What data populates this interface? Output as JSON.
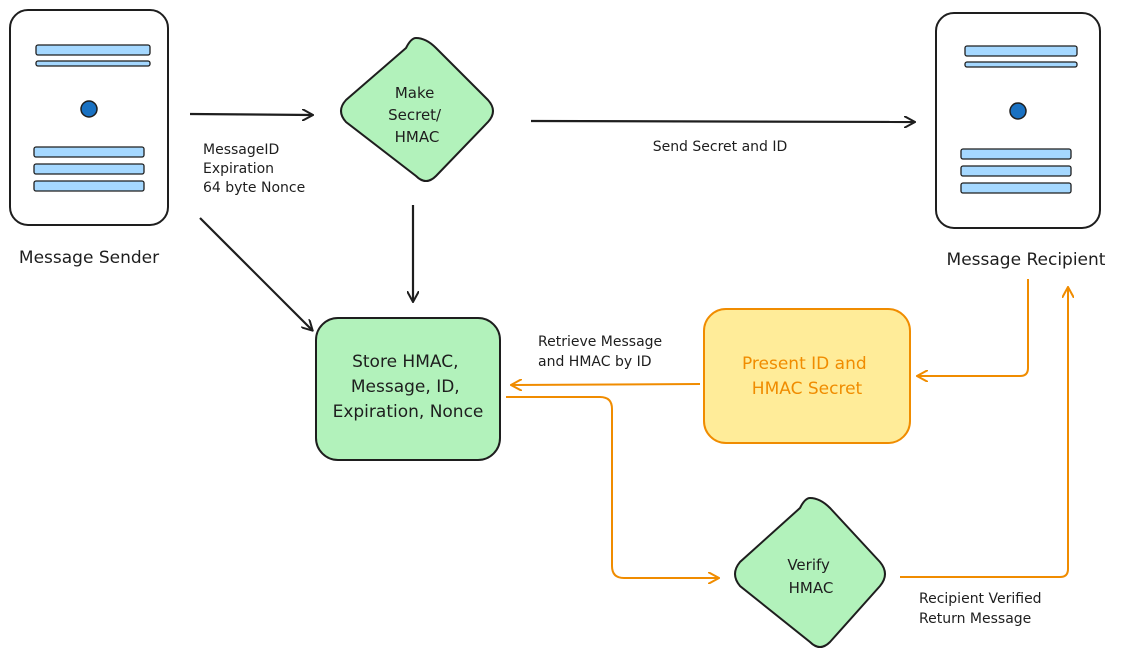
{
  "nodes": {
    "sender": {
      "label": "Message Sender"
    },
    "recipient": {
      "label": "Message Recipient"
    },
    "make_secret": {
      "lines": [
        "Make",
        "Secret/",
        "HMAC"
      ]
    },
    "store": {
      "lines": [
        "Store HMAC,",
        "Message, ID,",
        "Expiration, Nonce"
      ]
    },
    "present": {
      "lines": [
        "Present ID and",
        "HMAC Secret"
      ]
    },
    "verify": {
      "lines": [
        "Verify",
        "HMAC"
      ]
    }
  },
  "edges": {
    "sender_to_make": {
      "lines": [
        "MessageID",
        "Expiration",
        "64 byte Nonce"
      ]
    },
    "make_to_recipient": {
      "label": "Send Secret and ID"
    },
    "present_to_store": {
      "lines": [
        "Retrieve Message",
        "and HMAC by ID"
      ]
    },
    "verify_to_recipient": {
      "lines": [
        "Recipient Verified",
        "Return Message"
      ]
    }
  },
  "colors": {
    "green_fill": "#b2f2bb",
    "yellow_fill": "#ffec99",
    "orange": "#f08c00",
    "server_bar": "#a5d8ff",
    "server_dot": "#1971c2",
    "stroke": "#1e1e1e"
  }
}
